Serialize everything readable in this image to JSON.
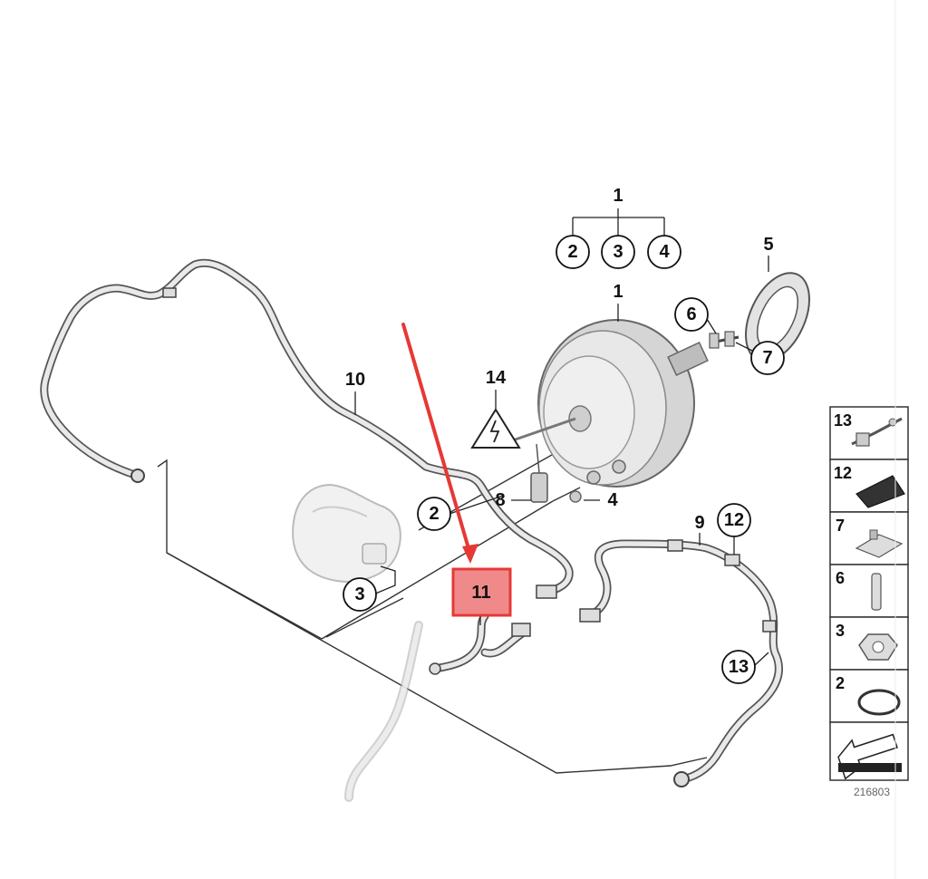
{
  "callouts": {
    "c1_top": "1",
    "c2_sub": "2",
    "c3_sub": "3",
    "c4_sub": "4",
    "c5": "5",
    "c1_booster": "1",
    "c6": "6",
    "c7": "7",
    "c14": "14",
    "c10": "10",
    "c2": "2",
    "c8": "8",
    "c4": "4",
    "c3": "3",
    "c9": "9",
    "c12": "12",
    "c13": "13",
    "c11": "11"
  },
  "legend": {
    "items": [
      {
        "number": "13",
        "icon": "hose-clip-icon"
      },
      {
        "number": "12",
        "icon": "pad-icon"
      },
      {
        "number": "7",
        "icon": "bracket-clip-icon"
      },
      {
        "number": "6",
        "icon": "stud-icon"
      },
      {
        "number": "3",
        "icon": "nut-icon"
      },
      {
        "number": "2",
        "icon": "o-ring-icon"
      },
      {
        "number": "",
        "icon": "arrow-icon"
      }
    ],
    "diagram_code": "216803"
  },
  "colors": {
    "highlight": "#e53935",
    "highlight_fill": "#f08a8a",
    "line": "#222222",
    "part_fill": "#e6e6e6"
  }
}
